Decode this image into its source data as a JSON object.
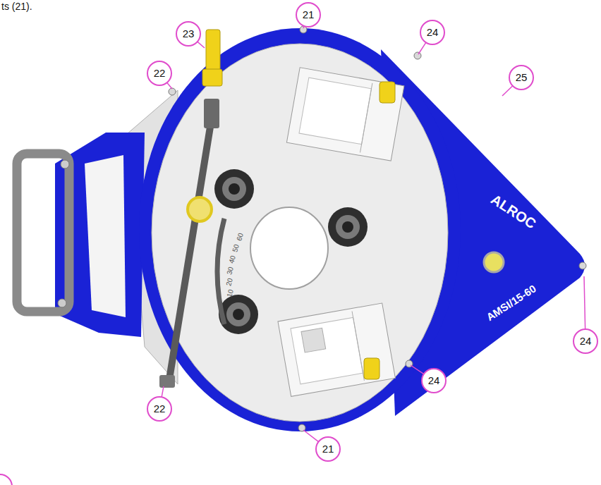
{
  "diagram": {
    "labels": [
      "ts (21).",
      "21",
      "23",
      "24",
      "22",
      "25",
      "ALROC",
      "60",
      "50",
      "40",
      "30",
      "20",
      "10",
      "AMSI/15-60",
      "24",
      "22",
      "24",
      "21"
    ]
  }
}
